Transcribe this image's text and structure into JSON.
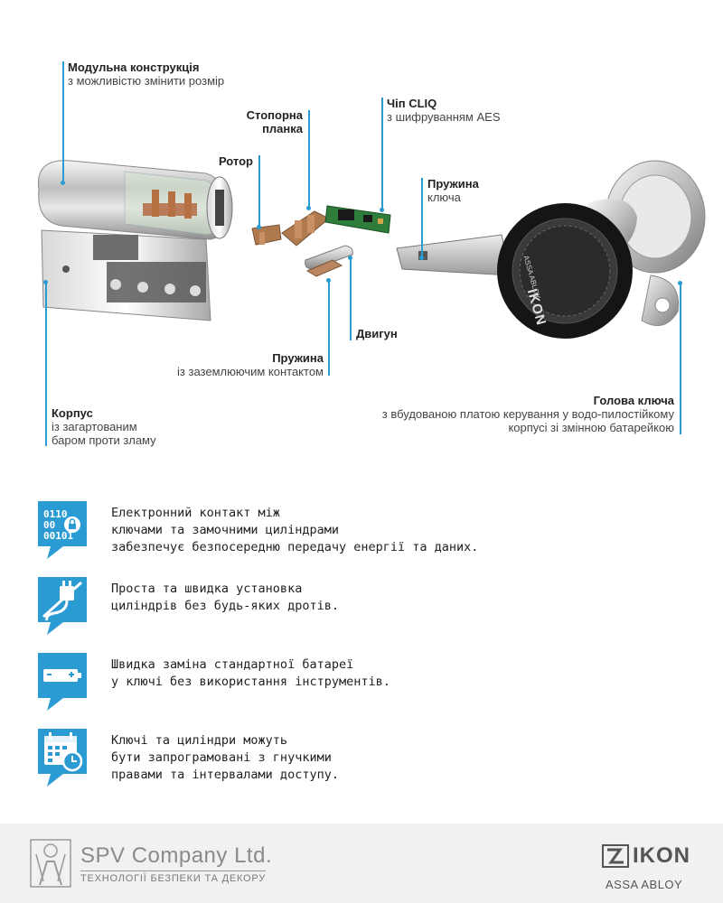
{
  "labels": {
    "modular": {
      "title": "Модульна конструкція",
      "sub": "з можливістю змінити розмір"
    },
    "stopper": {
      "title1": "Стопорна",
      "title2": "планка"
    },
    "chip": {
      "title": "Чіп CLIQ",
      "sub": "з шифруванням AES"
    },
    "rotor": {
      "title": "Ротор"
    },
    "spring_key": {
      "title": "Пружина",
      "sub": "ключа"
    },
    "motor": {
      "title": "Двигун"
    },
    "spring_ground": {
      "title": "Пружина",
      "sub": "із заземлюючим контактом"
    },
    "body": {
      "title": "Корпус",
      "sub1": "із загартованим",
      "sub2": "баром проти зламу"
    },
    "key_head": {
      "title": "Голова ключа",
      "sub1": "з вбудованою платою керування у водо-пилостійкому",
      "sub2": "корпусі зі змінною батарейкою"
    }
  },
  "key_brand": {
    "ikon": "IKON",
    "assa": "ASSA ABLOY"
  },
  "features": [
    {
      "icon": "binary-lock-icon",
      "text": "Електронний контакт між\nключами та замочними циліндрами\nзабезпечує безпосередню передачу енергії та даних."
    },
    {
      "icon": "no-wire-plug-icon",
      "text": "Проста та швидка установка\nциліндрів без будь-яких дротів."
    },
    {
      "icon": "battery-icon",
      "text": "Швидка заміна стандартної батареї\nу ключі без використання інструментів."
    },
    {
      "icon": "calendar-clock-icon",
      "text": "Ключі та циліндри можуть\nбути запрограмовані з гнучкими\nправами та інтервалами доступу."
    }
  ],
  "footer": {
    "company": "SPV Company Ltd.",
    "tagline": "ТЕХНОЛОГІЇ БЕЗПЕКИ ТА ДЕКОРУ",
    "brand": "IKON",
    "group": "ASSA ABLOY"
  },
  "colors": {
    "accent": "#2b9bd3",
    "icon_bg": "#2b9bd3"
  }
}
